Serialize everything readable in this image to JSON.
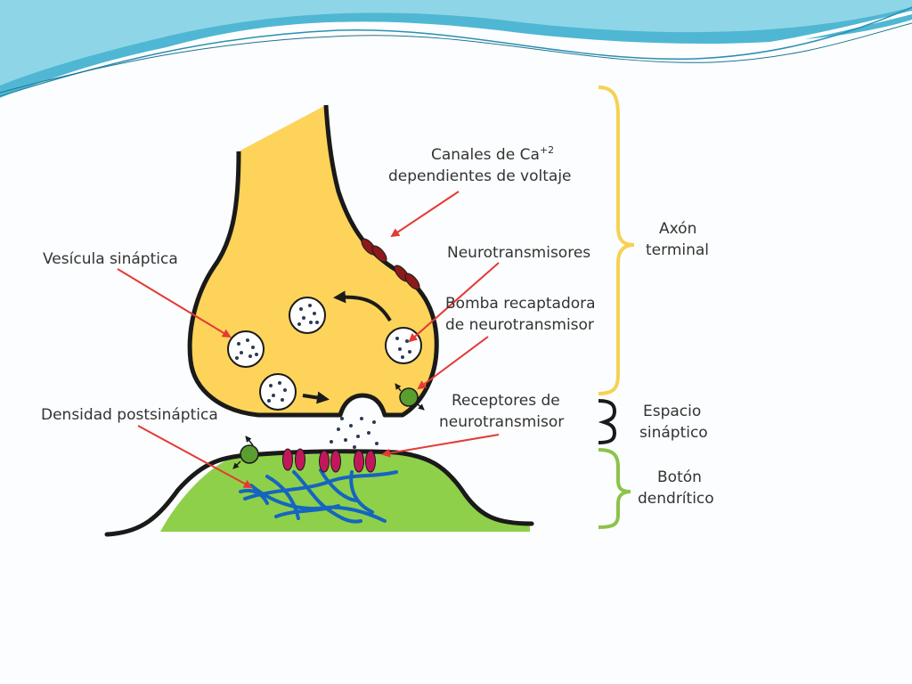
{
  "slide": {
    "labels": {
      "calcium_channels_line1": "Canales de Ca",
      "calcium_channels_sup": "+2",
      "calcium_channels_line2": "dependientes de voltaje",
      "synaptic_vesicle": "Vesícula sináptica",
      "neurotransmitters": "Neurotransmisores",
      "reuptake_pump_line1": "Bomba recaptadora",
      "reuptake_pump_line2": "de neurotransmisor",
      "receptors_line1": "Receptores de",
      "receptors_line2": "neurotransmisor",
      "postsynaptic_density": "Densidad postsináptica"
    },
    "brackets": {
      "axon_terminal_line1": "Axón",
      "axon_terminal_line2": "terminal",
      "synaptic_space_line1": "Espacio",
      "synaptic_space_line2": "sináptico",
      "dendritic_button_line1": "Botón",
      "dendritic_button_line2": "dendrítico"
    },
    "colors": {
      "banner_dark": "#4fb7d3",
      "banner_light": "#a9e2ef",
      "axon_fill": "#fdd35a",
      "dendrite_fill": "#8fd04a",
      "outline": "#1a1a1a",
      "channel": "#8b1a1a",
      "receptor": "#c2185b",
      "pump": "#5a9e2f",
      "arrow_red": "#e53935",
      "axon_bracket": "#f7d154",
      "dendrite_bracket": "#8bc34a",
      "filaments": "#1565c0"
    }
  }
}
